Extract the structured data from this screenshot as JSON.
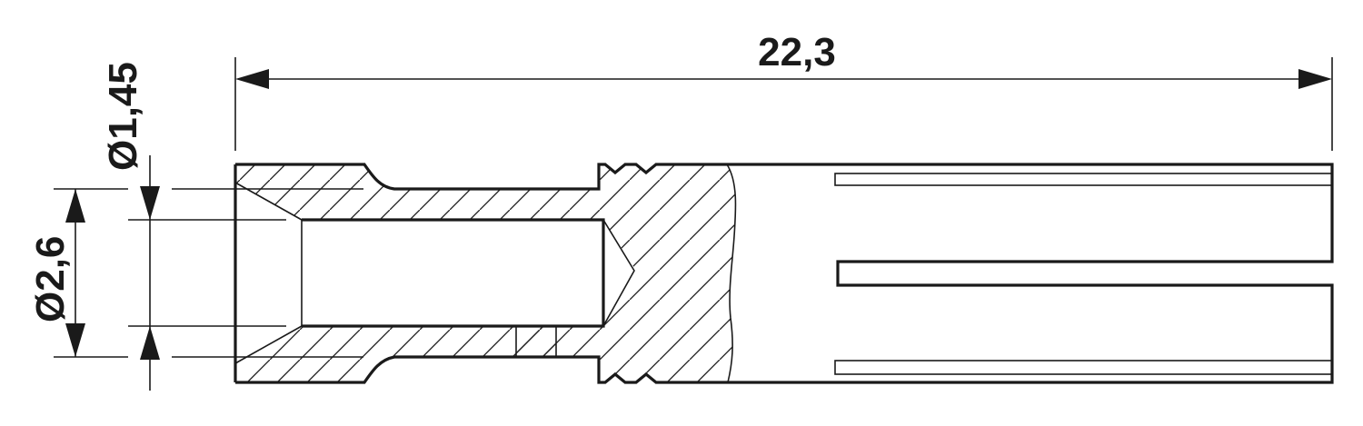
{
  "drawing": {
    "type": "technical-section-drawing",
    "subject": "crimp contact (socket) longitudinal section",
    "line_color": "#1a1a1a",
    "background": "#ffffff"
  },
  "dimensions": {
    "overall_length": {
      "label": "22,3",
      "orientation": "horizontal"
    },
    "inner_diameter": {
      "label": "Ø1,45",
      "orientation": "vertical"
    },
    "outer_diameter": {
      "label": "Ø2,6",
      "orientation": "vertical"
    }
  },
  "features": [
    {
      "name": "crimp-barrel",
      "hatched": true
    },
    {
      "name": "inspection-hole",
      "hatched": false
    },
    {
      "name": "solid-body",
      "hatched": true
    },
    {
      "name": "contact-spring-slots",
      "count": 3,
      "hatched": false
    }
  ]
}
